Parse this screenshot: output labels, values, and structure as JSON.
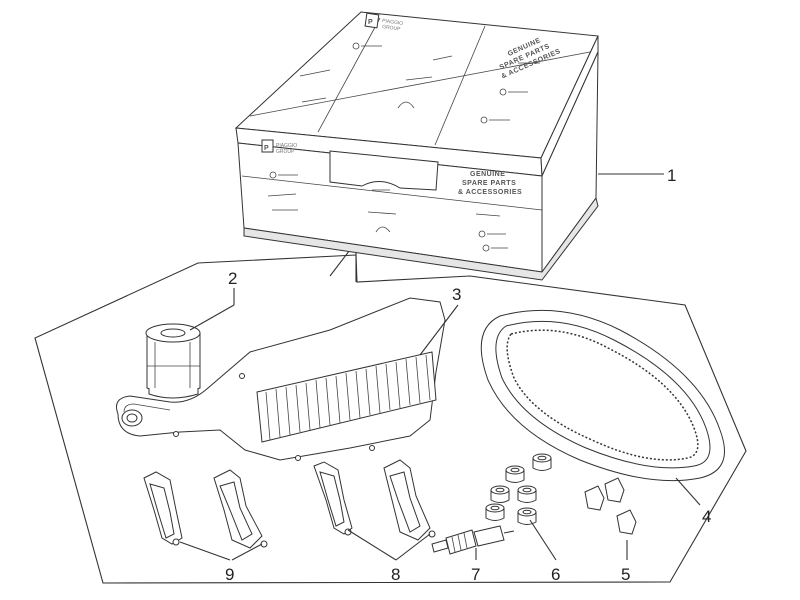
{
  "callouts": [
    {
      "id": "1",
      "part": "kit-box"
    },
    {
      "id": "2",
      "part": "oil-filter"
    },
    {
      "id": "3",
      "part": "air-filter"
    },
    {
      "id": "4",
      "part": "drive-belt"
    },
    {
      "id": "5",
      "part": "slider-guides"
    },
    {
      "id": "6",
      "part": "roller-weights"
    },
    {
      "id": "7",
      "part": "spark-plug"
    },
    {
      "id": "8",
      "part": "brake-pads-pair-b"
    },
    {
      "id": "9",
      "part": "brake-pads-pair-a"
    }
  ],
  "box": {
    "lid_text_line1": "GENUINE",
    "lid_text_line2": "SPARE PARTS",
    "lid_text_line3": "& ACCESSORIES",
    "side_text_line1": "GENUINE",
    "side_text_line2": "SPARE PARTS",
    "side_text_line3": "& ACCESSORIES",
    "brand_top": "PIAGGIO",
    "brand_bottom": "GROUP",
    "logo_letter": "P"
  }
}
